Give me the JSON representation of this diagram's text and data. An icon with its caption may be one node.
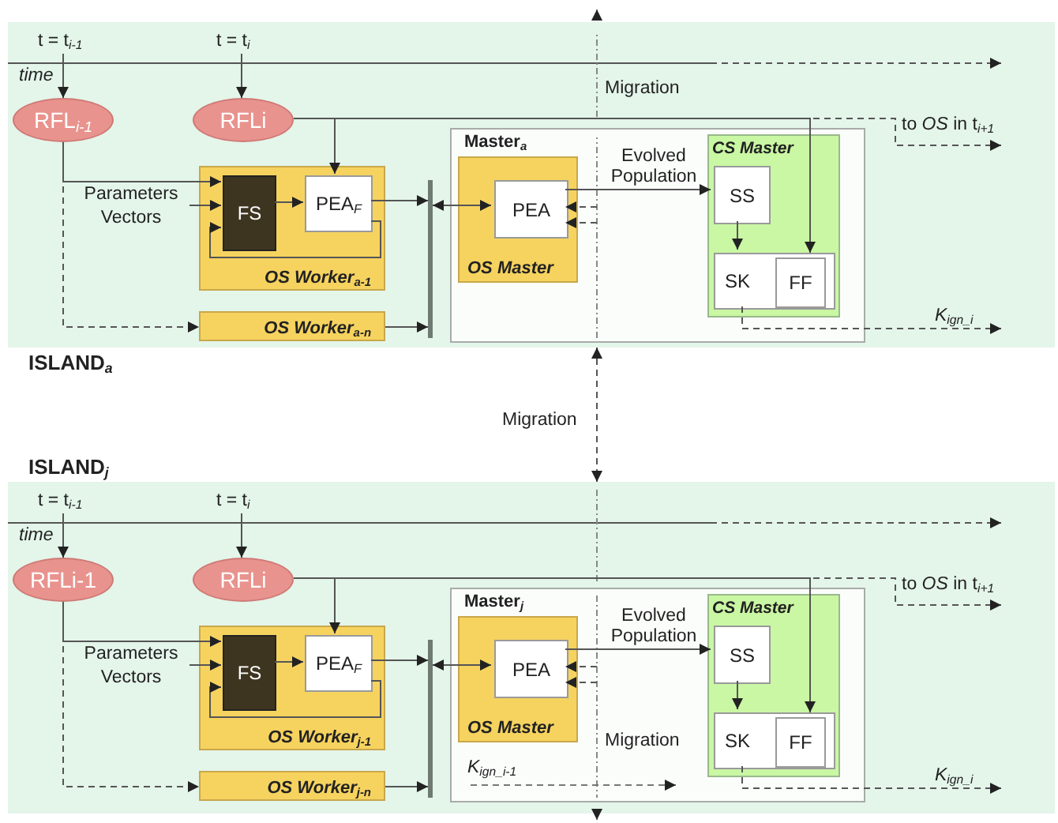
{
  "diagram": {
    "nodes": [
      {
        "text": [
          "ISLAND$_{a}$"
        ]
      },
      {
        "text": [
          "RFL$_{i-1}$"
        ],
        "in": 0
      },
      {
        "text": [
          "RFLi"
        ],
        "in": 0
      },
      {
        "text": [
          "OS Worker$_{a-1}$"
        ],
        "in": 0
      },
      {
        "text": [
          "FS"
        ],
        "in": 3
      },
      {
        "text": [
          "PEA$_{F}$"
        ],
        "in": 3
      },
      {
        "text": [
          "OS Worker$_{a-n}$"
        ],
        "in": 0
      },
      {
        "text": [],
        "shape": "bar",
        "in": 0
      },
      {
        "text": [
          "Master$_{a}$"
        ],
        "in": 0
      },
      {
        "text": [
          "OS Master"
        ],
        "in": 8
      },
      {
        "text": [
          "PEA"
        ],
        "in": 9
      },
      {
        "text": [
          "CS Master"
        ],
        "in": 8
      },
      {
        "text": [
          "SS"
        ],
        "in": 11
      },
      {
        "text": [
          "SK"
        ],
        "in": 11
      },
      {
        "text": [
          "FF"
        ],
        "in": 13
      },
      {
        "text": [
          "Parameters Vectors"
        ],
        "in": 0
      },
      {
        "text": [
          "ISLAND$_{j}$"
        ]
      },
      {
        "text": [
          "RFLi-1"
        ],
        "in": 16
      },
      {
        "text": [
          "RFLi"
        ],
        "in": 16
      },
      {
        "text": [
          "OS Worker$_{j-1}$"
        ],
        "in": 16
      },
      {
        "text": [
          "FS"
        ],
        "in": 19
      },
      {
        "text": [
          "PEA$_{F}$"
        ],
        "in": 19
      },
      {
        "text": [
          "OS Worker$_{j-n}$"
        ],
        "in": 16
      },
      {
        "text": [],
        "shape": "bar",
        "in": 16
      },
      {
        "text": [
          "Master$_{j}$"
        ],
        "in": 16
      },
      {
        "text": [
          "OS Master"
        ],
        "in": 24
      },
      {
        "text": [
          "PEA"
        ],
        "in": 25
      },
      {
        "text": [
          "CS Master"
        ],
        "in": 24
      },
      {
        "text": [
          "SS"
        ],
        "in": 27
      },
      {
        "text": [
          "SK"
        ],
        "in": 27
      },
      {
        "text": [
          "FF"
        ],
        "in": 29
      },
      {
        "text": [
          "Parameters Vectors"
        ],
        "in": 16
      },
      {
        "text": [
          "t = t$_{i-1}$"
        ],
        "in": 0
      },
      {
        "text": [
          "t = t$_{i}$"
        ],
        "in": 0
      },
      {
        "text": [
          "t = t$_{i-1}$"
        ],
        "in": 16
      },
      {
        "text": [
          "t = t$_{i}$"
        ],
        "in": 16
      }
    ],
    "edges": [
      {
        "from": 32,
        "to": 1,
        "arrow": "to"
      },
      {
        "from": 33,
        "to": 2,
        "arrow": "to"
      },
      {
        "from": 1,
        "to": 4,
        "arrow": "to"
      },
      {
        "from": 1,
        "to": 6,
        "arrow": "to",
        "style": "dashed"
      },
      {
        "from": 15,
        "to": 4,
        "arrow": "to"
      },
      {
        "from": 4,
        "to": 5,
        "arrow": "to"
      },
      {
        "from": 5,
        "to": 4,
        "arrow": "to"
      },
      {
        "from": 2,
        "to": 5,
        "arrow": "to"
      },
      {
        "from": 2,
        "to": 14,
        "arrow": "to"
      },
      {
        "from": 2,
        "to": null,
        "arrow": "to",
        "style": "dashed",
        "label": "to *OS* in t$_{i+1}$"
      },
      {
        "from": 5,
        "to": 7,
        "arrow": "to"
      },
      {
        "from": 6,
        "to": 7,
        "arrow": "to"
      },
      {
        "from": 7,
        "to": 10,
        "arrow": "both"
      },
      {
        "from": 10,
        "to": 12,
        "arrow": "to",
        "label": "Evolved Population"
      },
      {
        "from": null,
        "to": 10,
        "arrow": "to",
        "style": "dashed"
      },
      {
        "from": null,
        "to": 10,
        "arrow": "to",
        "style": "dashed"
      },
      {
        "from": 12,
        "to": 13,
        "arrow": "to"
      },
      {
        "from": 13,
        "to": null,
        "arrow": "to",
        "style": "dashed",
        "label": "K$_{ign_i}$"
      },
      {
        "from": 34,
        "to": 17,
        "arrow": "to"
      },
      {
        "from": 35,
        "to": 18,
        "arrow": "to"
      },
      {
        "from": 17,
        "to": 20,
        "arrow": "to"
      },
      {
        "from": 17,
        "to": 22,
        "arrow": "to",
        "style": "dashed"
      },
      {
        "from": 31,
        "to": 20,
        "arrow": "to"
      },
      {
        "from": 20,
        "to": 21,
        "arrow": "to"
      },
      {
        "from": 21,
        "to": 20,
        "arrow": "to"
      },
      {
        "from": 18,
        "to": 21,
        "arrow": "to"
      },
      {
        "from": 18,
        "to": 30,
        "arrow": "to"
      },
      {
        "from": 18,
        "to": null,
        "arrow": "to",
        "style": "dashed",
        "label": "to *OS* in t$_{i+1}$"
      },
      {
        "from": 21,
        "to": 23,
        "arrow": "to"
      },
      {
        "from": 22,
        "to": 23,
        "arrow": "to"
      },
      {
        "from": 23,
        "to": 26,
        "arrow": "both"
      },
      {
        "from": 26,
        "to": 28,
        "arrow": "to",
        "label": "Evolved Population"
      },
      {
        "from": null,
        "to": 26,
        "arrow": "to",
        "style": "dashed"
      },
      {
        "from": null,
        "to": 26,
        "arrow": "to",
        "style": "dashed"
      },
      {
        "from": 28,
        "to": 29,
        "arrow": "to"
      },
      {
        "from": 29,
        "to": null,
        "arrow": "to",
        "style": "dashed",
        "label": "K$_{ign_i}$"
      },
      {
        "from": 0,
        "to": 16,
        "arrow": "both",
        "style": "dashed",
        "label": "Migration"
      }
    ],
    "labels": [
      "time",
      "Migration",
      "time",
      "Migration",
      "K$_{ign_i-1}$"
    ]
  }
}
